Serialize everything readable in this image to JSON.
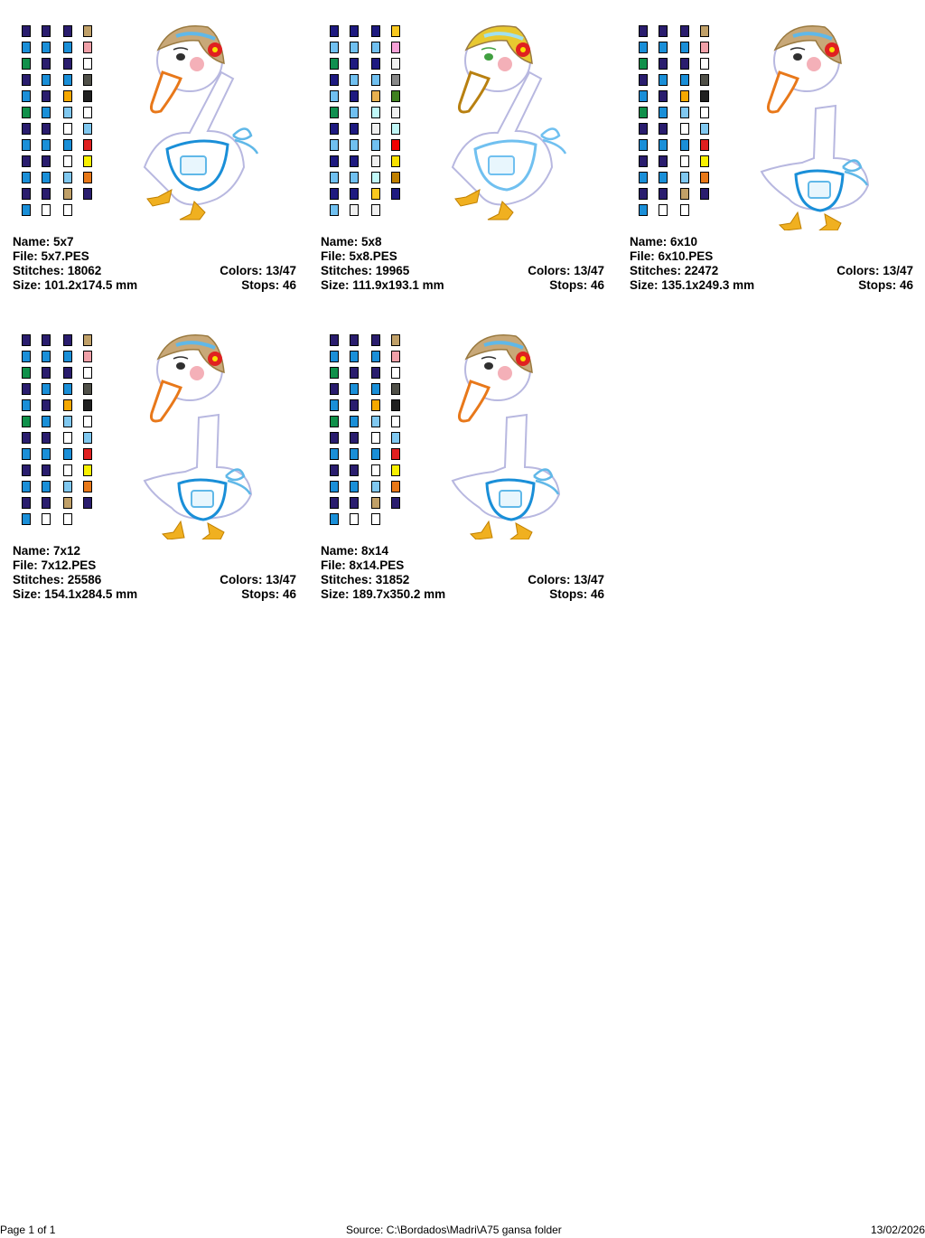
{
  "palettes": {
    "standard": {
      "columns": [
        [
          "#2a1d6e",
          "#1a8fd8",
          "#10904a",
          "#2a1d6e",
          "#1a8fd8",
          "#10904a",
          "#2a1d6e",
          "#1a8fd8",
          "#2a1d6e",
          "#1a8fd8",
          "#2a1d6e",
          "#1a8fd8"
        ],
        [
          "#2a1d6e",
          "#1a8fd8",
          "#2a1d6e",
          "#1a8fd8",
          "#2a1d6e",
          "#1a8fd8",
          "#2a1d6e",
          "#1a8fd8",
          "#2a1d6e",
          "#1a8fd8",
          "#2a1d6e",
          "#ffffff"
        ],
        [
          "#2a1d6e",
          "#1a8fd8",
          "#2a1d6e",
          "#1a8fd8",
          "#f5a800",
          "#80c8f0",
          "#ffffff",
          "#1a8fd8",
          "#ffffff",
          "#80c8f0",
          "#c0a068",
          "#ffffff"
        ],
        [
          "#c0a068",
          "#f0a0a8",
          "#ffffff",
          "#505048",
          "#202020",
          "#ffffff",
          "#80c8f0",
          "#e02020",
          "#f8f000",
          "#e87818",
          "#2a1d6e"
        ]
      ]
    },
    "alt": {
      "columns": [
        [
          "#1e1a80",
          "#70c0f0",
          "#109050",
          "#1e1a80",
          "#70c0f0",
          "#109050",
          "#1e1a80",
          "#70c0f0",
          "#1e1a80",
          "#70c0f0",
          "#1e1a80",
          "#70c0f0"
        ],
        [
          "#1e1a80",
          "#70c0f0",
          "#1e1a80",
          "#70c0f0",
          "#1e1a80",
          "#70c0f0",
          "#1e1a80",
          "#70c0f0",
          "#1e1a80",
          "#70c0f0",
          "#1e1a80",
          "#f0f0f0"
        ],
        [
          "#1e1a80",
          "#70c0f0",
          "#1e1a80",
          "#70c0f0",
          "#e8b050",
          "#c0f8f8",
          "#f0f0f0",
          "#70c0f0",
          "#f0f0f0",
          "#c0f8f8",
          "#f8c820",
          "#f0f0f0"
        ],
        [
          "#f8c820",
          "#f8a0d8",
          "#f0f0f0",
          "#888888",
          "#408020",
          "#f0f0f0",
          "#c0f8f8",
          "#f00000",
          "#f8e000",
          "#c08000",
          "#1e1a80"
        ]
      ]
    }
  },
  "designs": [
    {
      "name_label": "Name: 5x7",
      "file_label": "File: 5x7.PES",
      "stitches_label": "Stitches: 18062",
      "colors_label": "Colors: 13/47",
      "size_label": "Size: 101.2x174.5 mm",
      "stops_label": "Stops: 46",
      "palette": "standard",
      "goose": {
        "hat": "#c8a878",
        "band": "#60b8e8",
        "beak": "#e8781a",
        "apron": "#1a8fd8",
        "bow": "#60b8e8",
        "feet": "#f0b020",
        "eye": "#303030",
        "outline": "#b8b8e0",
        "pose": "lean"
      }
    },
    {
      "name_label": "Name: 5x8",
      "file_label": "File: 5x8.PES",
      "stitches_label": "Stitches: 19965",
      "colors_label": "Colors: 13/47",
      "size_label": "Size: 111.9x193.1 mm",
      "stops_label": "Stops: 46",
      "palette": "alt",
      "goose": {
        "hat": "#e8c830",
        "band": "#a0e0f0",
        "beak": "#b88010",
        "apron": "#70c0f0",
        "bow": "#70c0f0",
        "feet": "#f0b020",
        "eye": "#40a040",
        "outline": "#b8b8e0",
        "pose": "lean"
      }
    },
    {
      "name_label": "Name: 6x10",
      "file_label": "File: 6x10.PES",
      "stitches_label": "Stitches: 22472",
      "colors_label": "Colors: 13/47",
      "size_label": "Size: 135.1x249.3 mm",
      "stops_label": "Stops: 46",
      "palette": "standard",
      "goose": {
        "hat": "#c8a878",
        "band": "#60b8e8",
        "beak": "#e8781a",
        "apron": "#1a8fd8",
        "bow": "#60b8e8",
        "feet": "#f0b020",
        "eye": "#303030",
        "outline": "#b8b8e0",
        "pose": "upright"
      }
    },
    {
      "name_label": "Name: 7x12",
      "file_label": "File: 7x12.PES",
      "stitches_label": "Stitches: 25586",
      "colors_label": "Colors: 13/47",
      "size_label": "Size: 154.1x284.5 mm",
      "stops_label": "Stops: 46",
      "palette": "standard",
      "goose": {
        "hat": "#c8a878",
        "band": "#60b8e8",
        "beak": "#e8781a",
        "apron": "#1a8fd8",
        "bow": "#60b8e8",
        "feet": "#f0b020",
        "eye": "#303030",
        "outline": "#b8b8e0",
        "pose": "upright"
      }
    },
    {
      "name_label": "Name: 8x14",
      "file_label": "File: 8x14.PES",
      "stitches_label": "Stitches: 31852",
      "colors_label": "Colors: 13/47",
      "size_label": "Size: 189.7x350.2 mm",
      "stops_label": "Stops: 46",
      "palette": "standard",
      "goose": {
        "hat": "#c8a878",
        "band": "#60b8e8",
        "beak": "#e8781a",
        "apron": "#1a8fd8",
        "bow": "#60b8e8",
        "feet": "#f0b020",
        "eye": "#303030",
        "outline": "#b8b8e0",
        "pose": "upright"
      }
    }
  ],
  "footer": {
    "page": "Page 1 of 1",
    "source": "Source: C:\\Bordados\\Madri\\A75 gansa folder",
    "date": "13/02/2026"
  }
}
